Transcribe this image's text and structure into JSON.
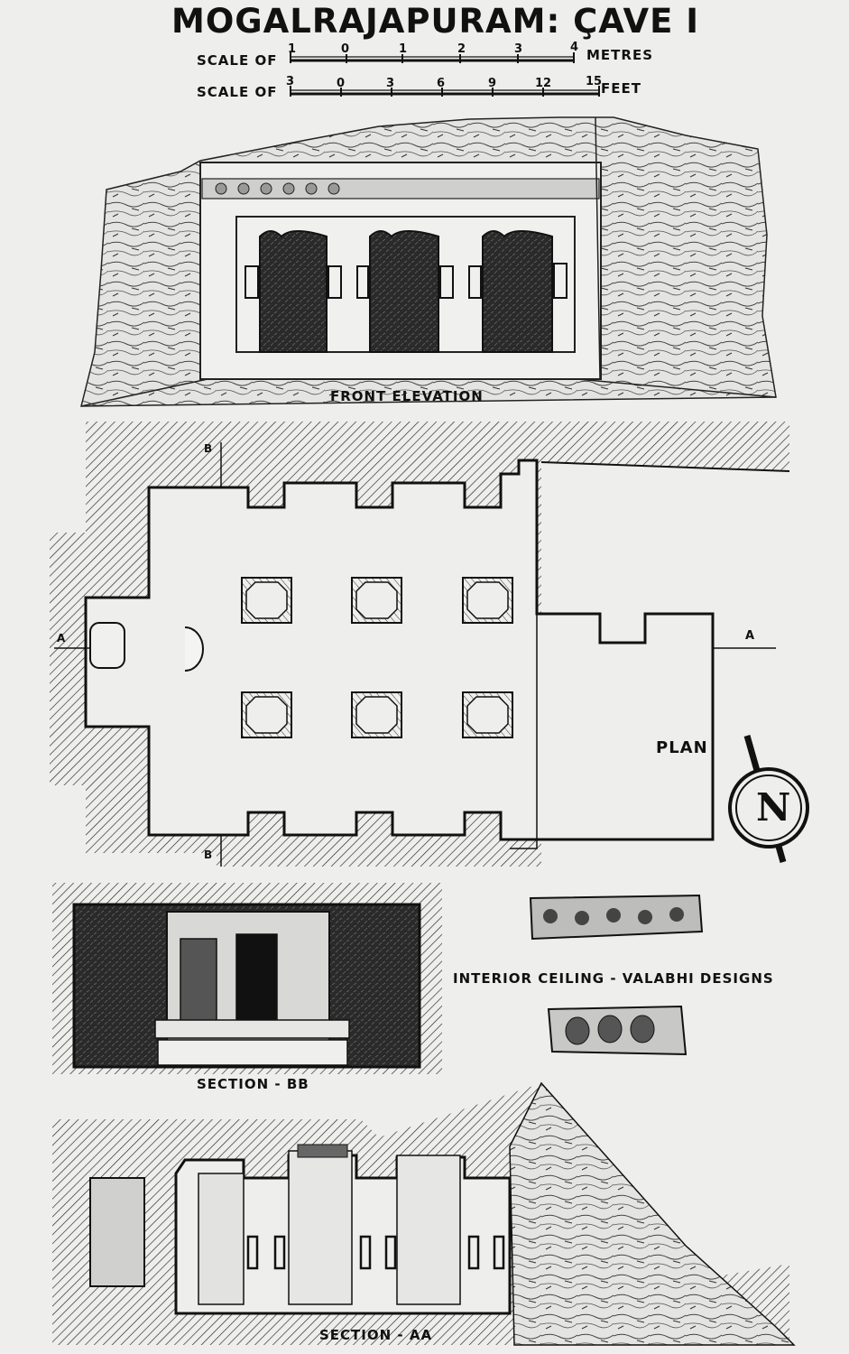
{
  "title": "MOGALRAJAPURAM: ÇAVE I",
  "scales": {
    "metres": {
      "prefix": "SCALE OF",
      "ticks": [
        "1",
        "0",
        "1",
        "2",
        "3",
        "4"
      ],
      "unit": "METRES"
    },
    "feet": {
      "prefix": "SCALE OF",
      "ticks": [
        "3",
        "0",
        "3",
        "6",
        "9",
        "12",
        "15"
      ],
      "unit": "FEET"
    }
  },
  "labels": {
    "front_elevation": "FRONT ELEVATION",
    "plan": "PLAN",
    "section_bb": "SECTION - BB",
    "section_aa": "SECTION - AA",
    "interior_ceiling": "INTERIOR CEILING - VALABHI DESIGNS",
    "north": "N",
    "section_marker_a": "A",
    "section_marker_b": "B"
  }
}
